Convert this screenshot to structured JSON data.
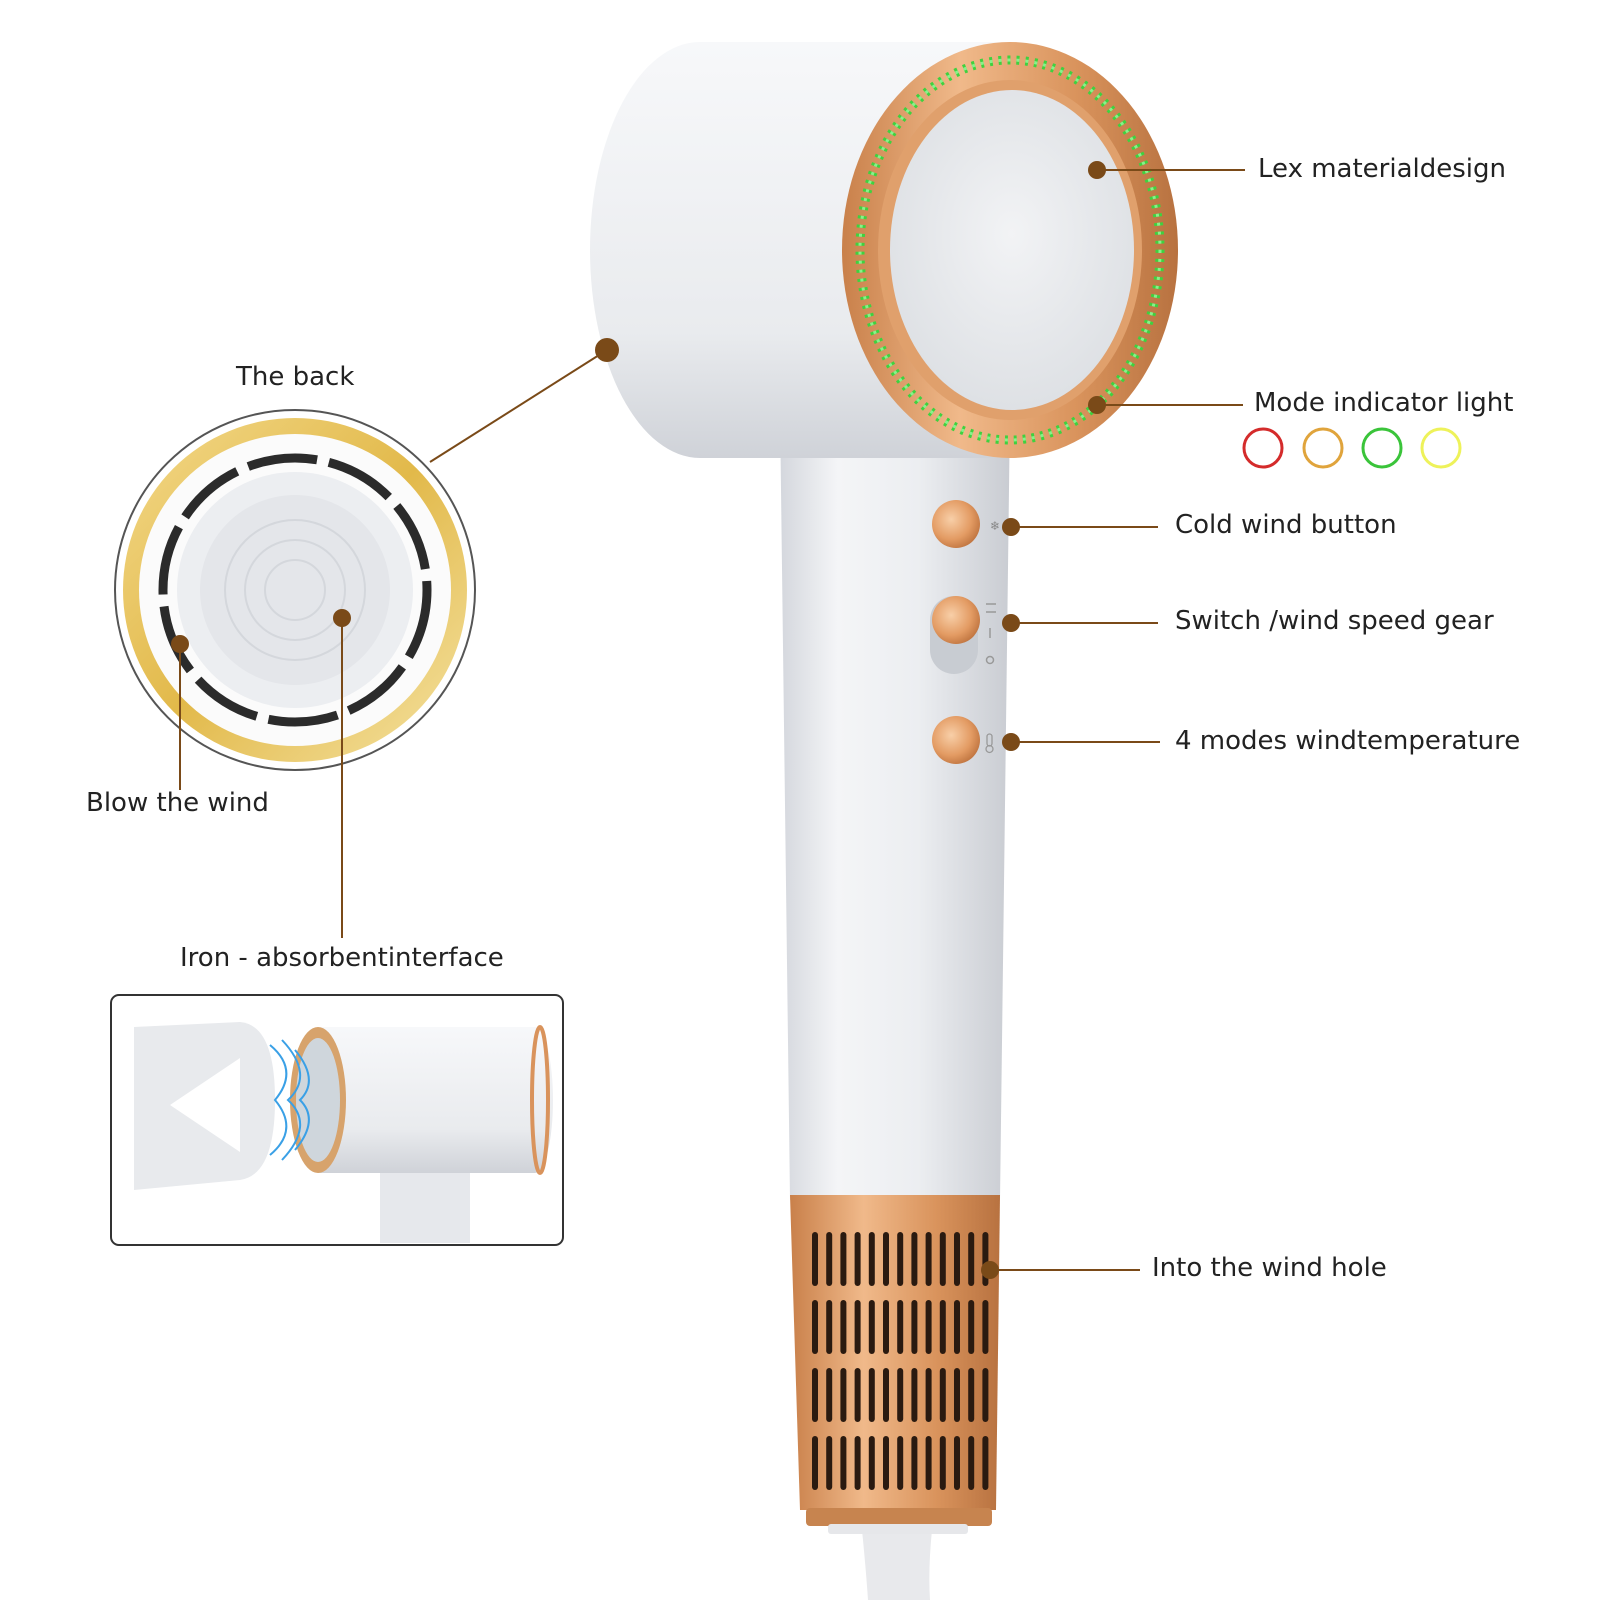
{
  "labels": {
    "lex_material": "Lex materialdesign",
    "mode_indicator": "Mode indicator light",
    "cold_wind": "Cold wind button",
    "switch_speed": "Switch /wind speed gear",
    "four_modes": "4 modes windtemperature",
    "wind_hole": "Into the wind hole",
    "the_back": "The back",
    "blow_wind": "Blow the wind",
    "iron_interface": "Iron - absorbentinterface"
  },
  "indicator_colors": [
    "#d42b2b",
    "#e0a43c",
    "#3ac43a",
    "#eef25a"
  ],
  "colors": {
    "leader": "#7a4a18",
    "copper": "#d9935c",
    "gold": "#e8c25a",
    "body": "#eeeff2",
    "led": "#3fd13f"
  }
}
